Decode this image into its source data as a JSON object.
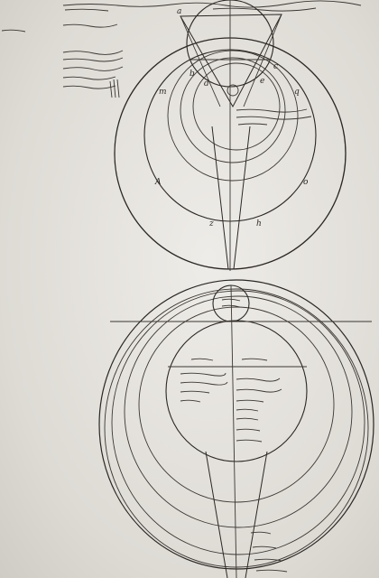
{
  "diagram": {
    "upper": {
      "letters": [
        {
          "id": "a1",
          "text": "a"
        },
        {
          "id": "b1",
          "text": "b"
        },
        {
          "id": "c1",
          "text": "c"
        },
        {
          "id": "d1",
          "text": "d"
        },
        {
          "id": "e1",
          "text": "e"
        },
        {
          "id": "m1",
          "text": "m"
        },
        {
          "id": "q1",
          "text": "q"
        },
        {
          "id": "A1",
          "text": "A"
        },
        {
          "id": "o1",
          "text": "o"
        },
        {
          "id": "z1",
          "text": "z"
        },
        {
          "id": "h1",
          "text": "h"
        }
      ]
    }
  },
  "colors": {
    "ink": "#2a2724",
    "paper": "#e4e2dd"
  }
}
